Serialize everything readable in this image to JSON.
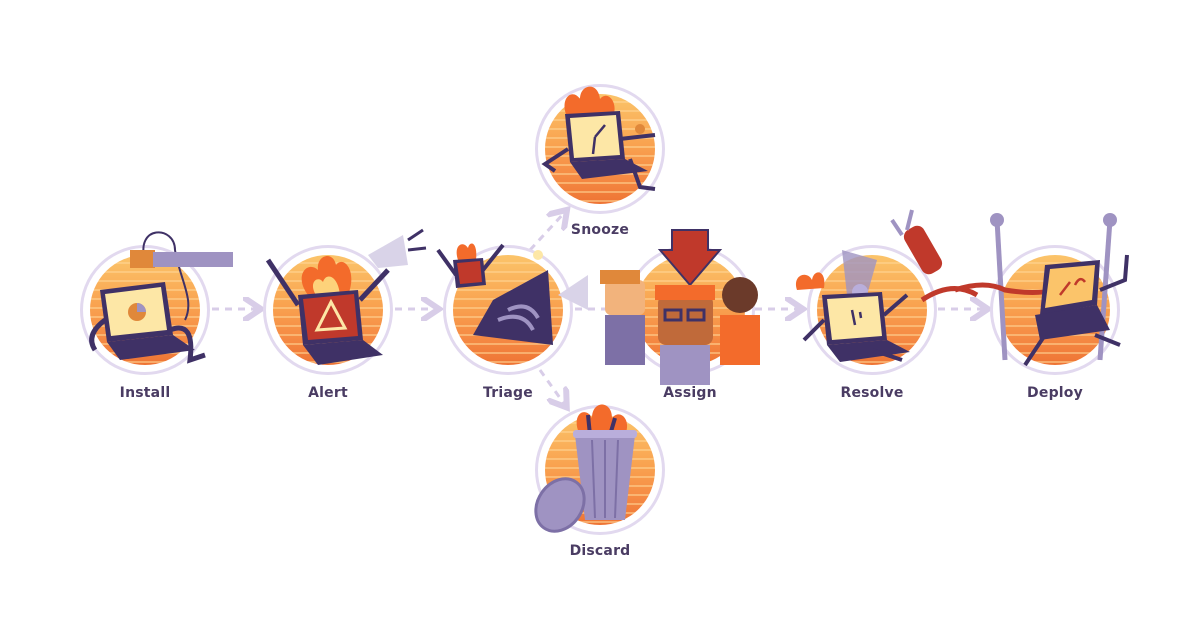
{
  "diagram": {
    "type": "workflow",
    "colors": {
      "ring": "#e2d9ef",
      "connector": "#d8cde8",
      "label": "#4a3c63",
      "disc_light": "#fbc46a",
      "disc_dark": "#ee7434",
      "purple": "#3f3166",
      "lilac": "#9f93c2",
      "flame": "#f36b2b"
    },
    "steps": [
      {
        "id": "install",
        "label": "Install",
        "icon": "laptop-plug-icon"
      },
      {
        "id": "alert",
        "label": "Alert",
        "icon": "laptop-fire-warning-icon"
      },
      {
        "id": "triage",
        "label": "Triage",
        "icon": "laptop-megaphone-icon"
      },
      {
        "id": "snooze",
        "label": "Snooze",
        "icon": "laptop-clock-icon"
      },
      {
        "id": "discard",
        "label": "Discard",
        "icon": "trash-can-fire-icon"
      },
      {
        "id": "assign",
        "label": "Assign",
        "icon": "team-people-arrow-icon"
      },
      {
        "id": "resolve",
        "label": "Resolve",
        "icon": "laptop-fire-extinguisher-icon"
      },
      {
        "id": "deploy",
        "label": "Deploy",
        "icon": "laptop-finish-line-icon"
      }
    ],
    "edges": [
      {
        "from": "install",
        "to": "alert",
        "style": "dashed-arrow"
      },
      {
        "from": "alert",
        "to": "triage",
        "style": "dashed-arrow"
      },
      {
        "from": "triage",
        "to": "snooze",
        "style": "dashed-arrow"
      },
      {
        "from": "triage",
        "to": "discard",
        "style": "dashed-arrow"
      },
      {
        "from": "triage",
        "to": "assign",
        "style": "dashed-arrow"
      },
      {
        "from": "assign",
        "to": "resolve",
        "style": "dashed-arrow"
      },
      {
        "from": "resolve",
        "to": "deploy",
        "style": "dashed-arrow"
      }
    ]
  }
}
